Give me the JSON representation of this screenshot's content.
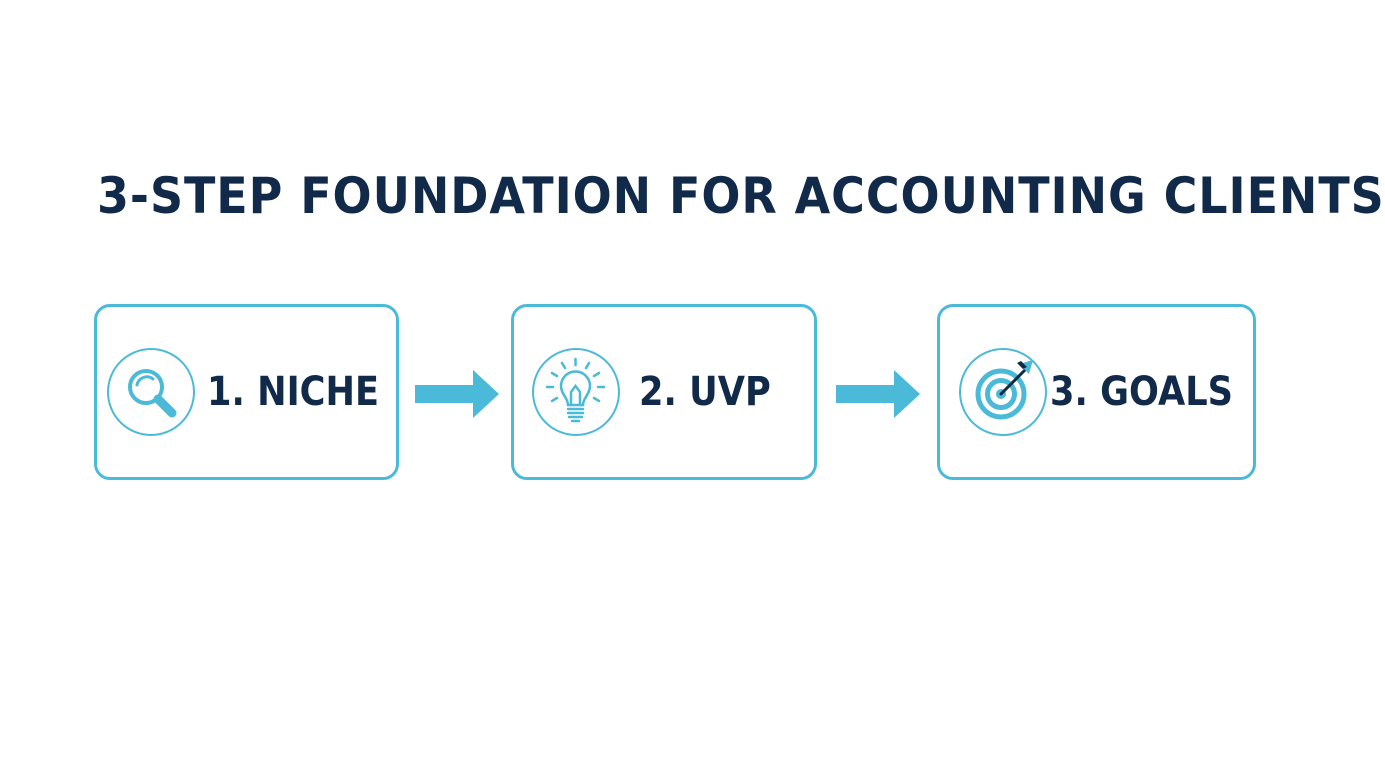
{
  "title": "3-STEP FOUNDATION FOR ACCOUNTING CLIENTS",
  "steps": [
    {
      "label": "1. NICHE",
      "icon": "magnifying-glass-icon"
    },
    {
      "label": "2. UVP",
      "icon": "lightbulb-icon"
    },
    {
      "label": "3. GOALS",
      "icon": "target-icon"
    }
  ],
  "colors": {
    "title_text": "#112a4a",
    "accent": "#4bbad8",
    "background": "#ffffff"
  }
}
